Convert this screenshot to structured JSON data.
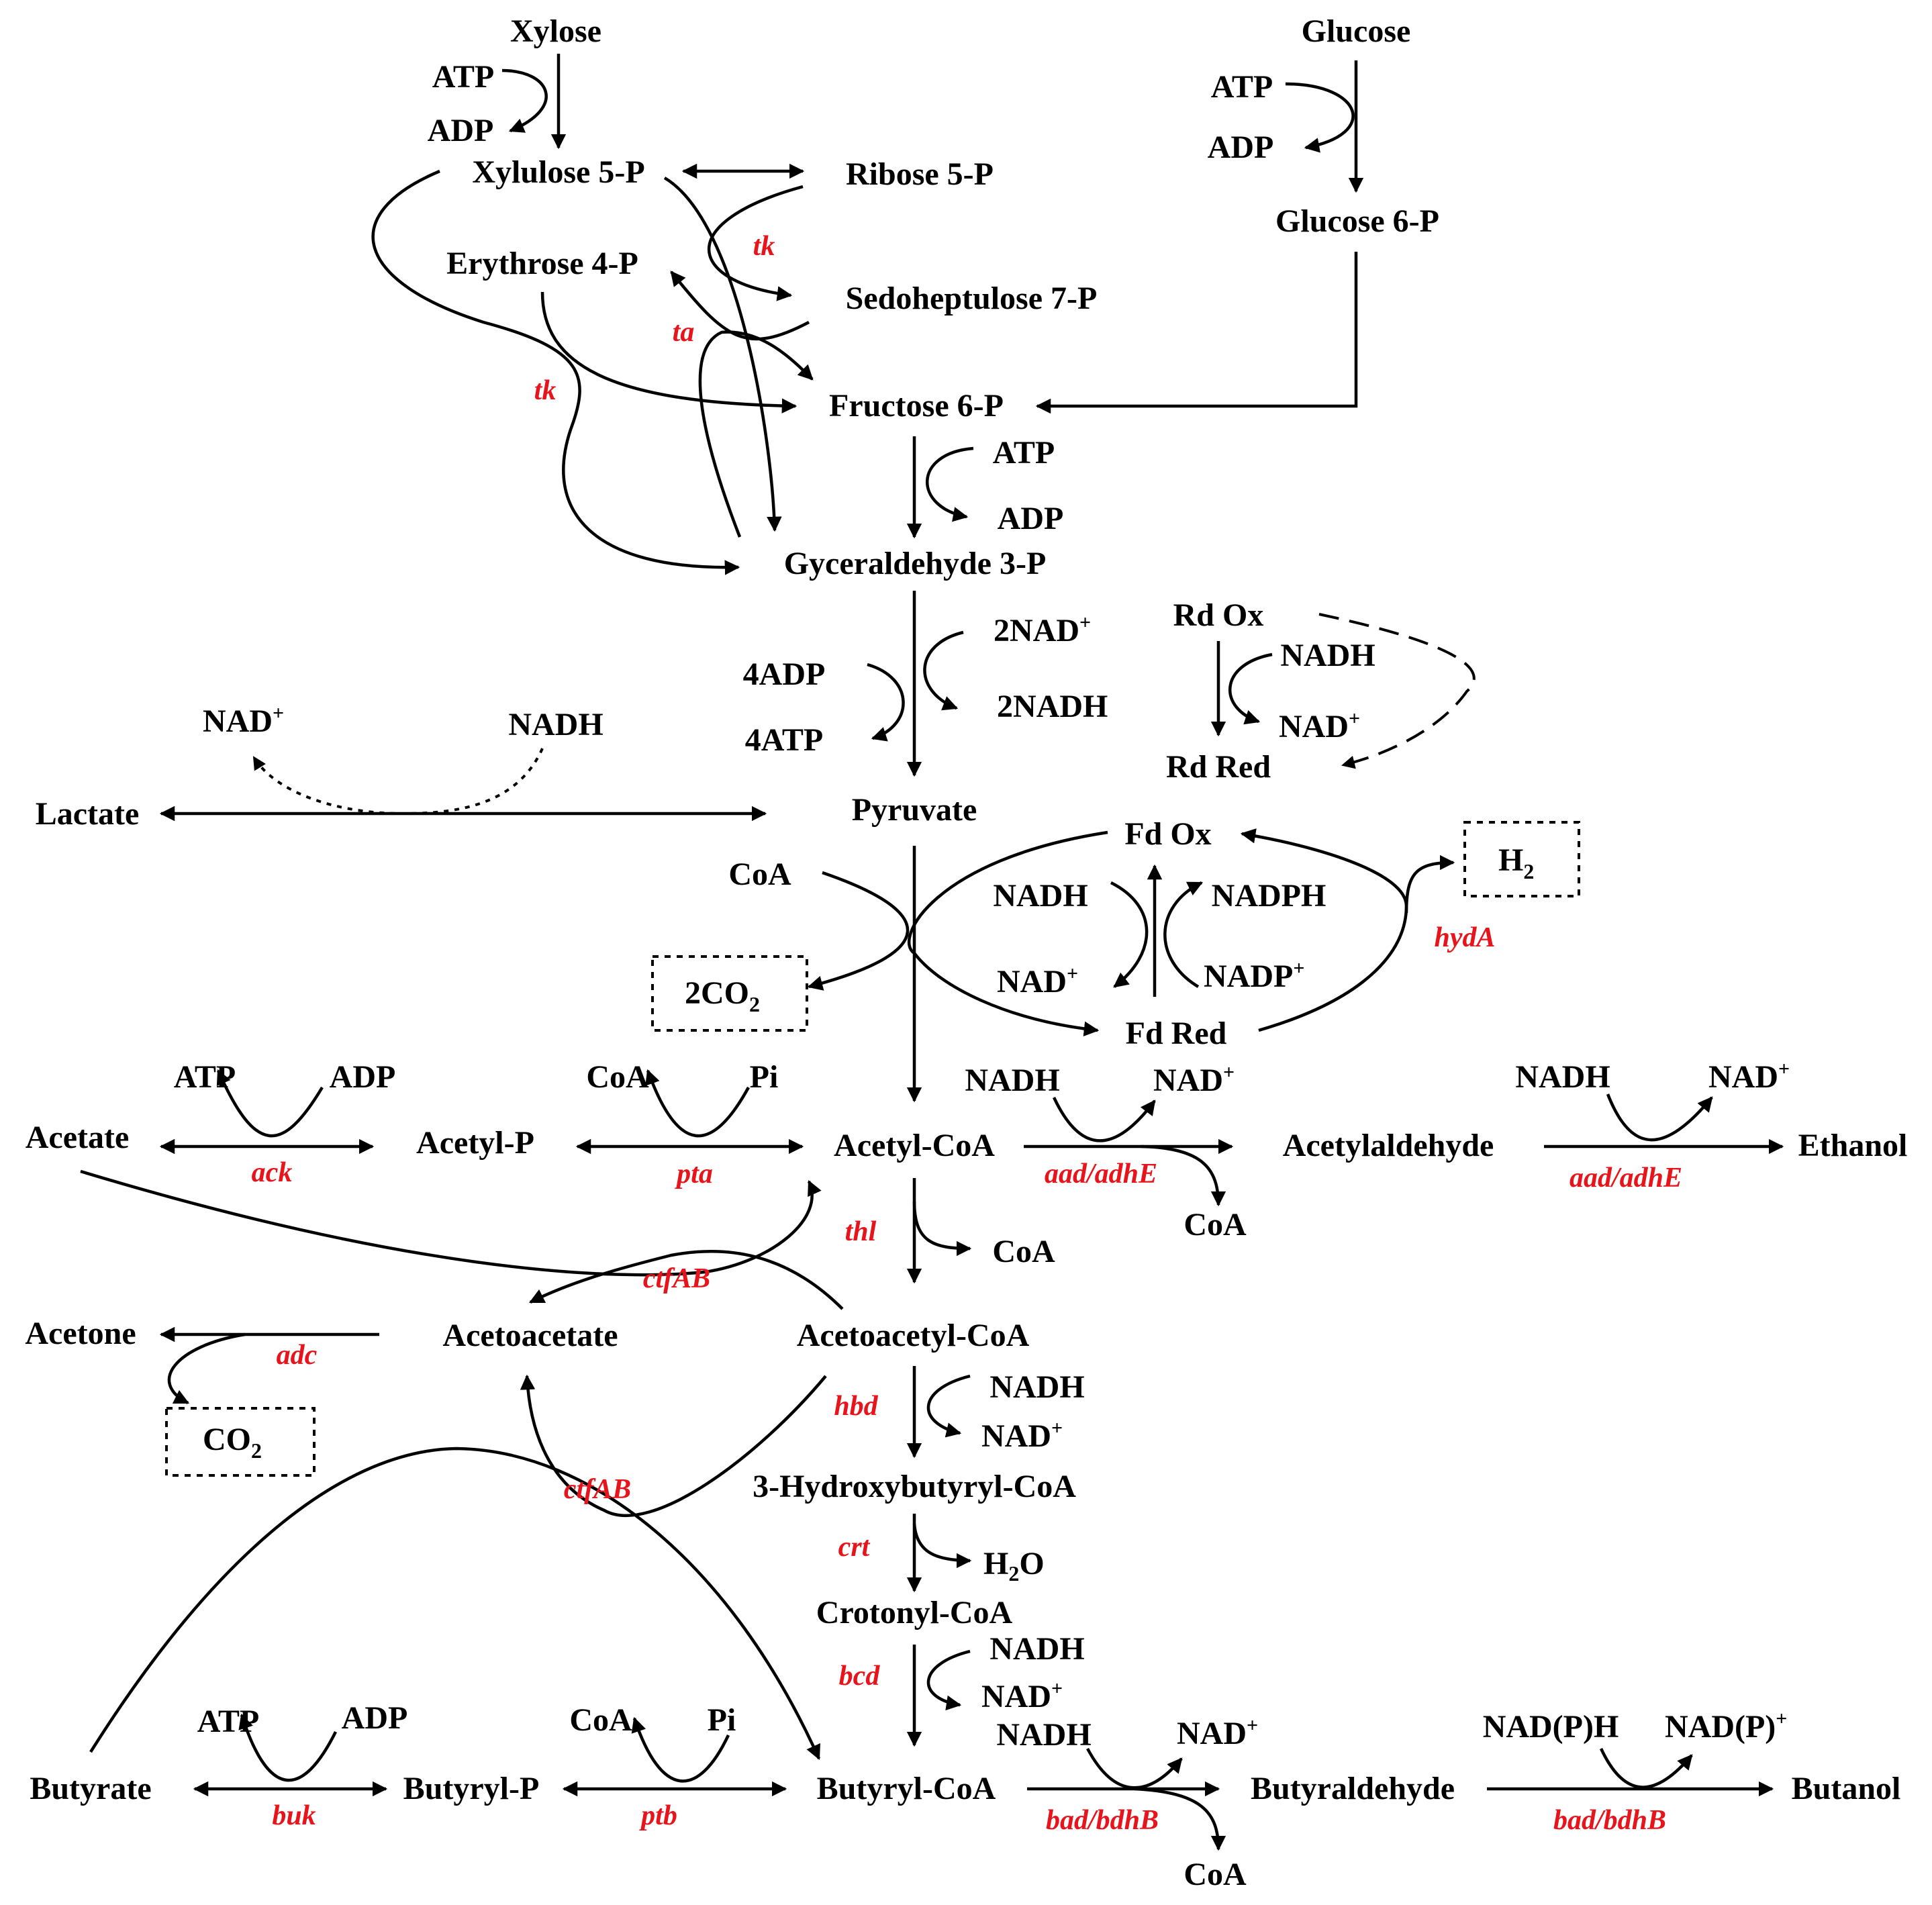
{
  "colors": {
    "metabolite": "#000000",
    "enzyme": "#e8141b"
  },
  "metabolites": {
    "xylose": "Xylose",
    "glucose": "Glucose",
    "atp_xyl": "ATP",
    "adp_xyl": "ADP",
    "atp_glc": "ATP",
    "adp_glc": "ADP",
    "xylulose5p": "Xylulose 5-P",
    "ribose5p": "Ribose 5-P",
    "glucose6p": "Glucose 6-P",
    "erythrose4p": "Erythrose 4-P",
    "sedoheptulose7p": "Sedoheptulose 7-P",
    "fructose6p": "Fructose 6-P",
    "atp_f6p": "ATP",
    "adp_f6p": "ADP",
    "gyceraldehyde3p": "Gyceraldehyde 3-P",
    "nad_2": "2NAD",
    "nadh_2": "2NADH",
    "adp_4": "4ADP",
    "atp_4": "4ATP",
    "rd_ox": "Rd Ox",
    "rd_nadh": "NADH",
    "rd_nad": "NAD",
    "rd_red": "Rd Red",
    "lac_nad": "NAD",
    "lac_nadh": "NADH",
    "lactate": "Lactate",
    "pyruvate": "Pyruvate",
    "fd_ox": "Fd Ox",
    "h2_main": "H",
    "h2_sub": "2",
    "coa_pyr": "CoA",
    "fd_nadh": "NADH",
    "fd_nadph": "NADPH",
    "fd_nad": "NAD",
    "fd_nadp": "NADP",
    "co2_2": "2CO",
    "co2_2_sub": "2",
    "fd_red": "Fd Red",
    "atp_ack": "ATP",
    "adp_ack": "ADP",
    "coa_pta": "CoA",
    "pi_pta": "Pi",
    "nadh_aad1": "NADH",
    "nad_aad1": "NAD",
    "nadh_aad2": "NADH",
    "nad_aad2": "NAD",
    "acetate": "Acetate",
    "acetyl_p": "Acetyl-P",
    "acetyl_coa": "Acetyl-CoA",
    "acetylaldehyde": "Acetylaldehyde",
    "ethanol": "Ethanol",
    "coa_aad": "CoA",
    "coa_thl": "CoA",
    "acetone": "Acetone",
    "acetoacetate": "Acetoacetate",
    "acetoacetyl_coa": "Acetoacetyl-CoA",
    "nadh_hbd": "NADH",
    "nad_hbd": "NAD",
    "co2_adc": "CO",
    "co2_adc_sub": "2",
    "hydroxybutyryl_coa": "3-Hydroxybutyryl-CoA",
    "h2o_main": "H",
    "h2o_sub": "2",
    "h2o_o": "O",
    "crotonyl_coa": "Crotonyl-CoA",
    "nadh_bcd": "NADH",
    "nad_bcd": "NAD",
    "atp_buk": "ATP",
    "adp_buk": "ADP",
    "coa_ptb": "CoA",
    "pi_ptb": "Pi",
    "nadh_bad": "NADH",
    "nad_bad": "NAD",
    "nadph_bdh": "NAD(P)H",
    "nadp_bdh": "NAD(P)",
    "butyrate": "Butyrate",
    "butyryl_p": "Butyryl-P",
    "butyryl_coa": "Butyryl-CoA",
    "butyraldehyde": "Butyraldehyde",
    "butanol": "Butanol",
    "coa_bad": "CoA",
    "plus": "+"
  },
  "enzymes": {
    "tk_1": "tk",
    "tk_2": "tk",
    "ta": "ta",
    "hyda": "hydA",
    "ack": "ack",
    "pta": "pta",
    "aad_1": "aad/adhE",
    "aad_2": "aad/adhE",
    "thl": "thl",
    "ctfab_1": "ctfAB",
    "ctfab_2": "ctfAB",
    "adc": "adc",
    "hbd": "hbd",
    "crt": "crt",
    "bcd": "bcd",
    "buk": "buk",
    "ptb": "ptb",
    "bad_1": "bad/bdhB",
    "bad_2": "bad/bdhB"
  }
}
